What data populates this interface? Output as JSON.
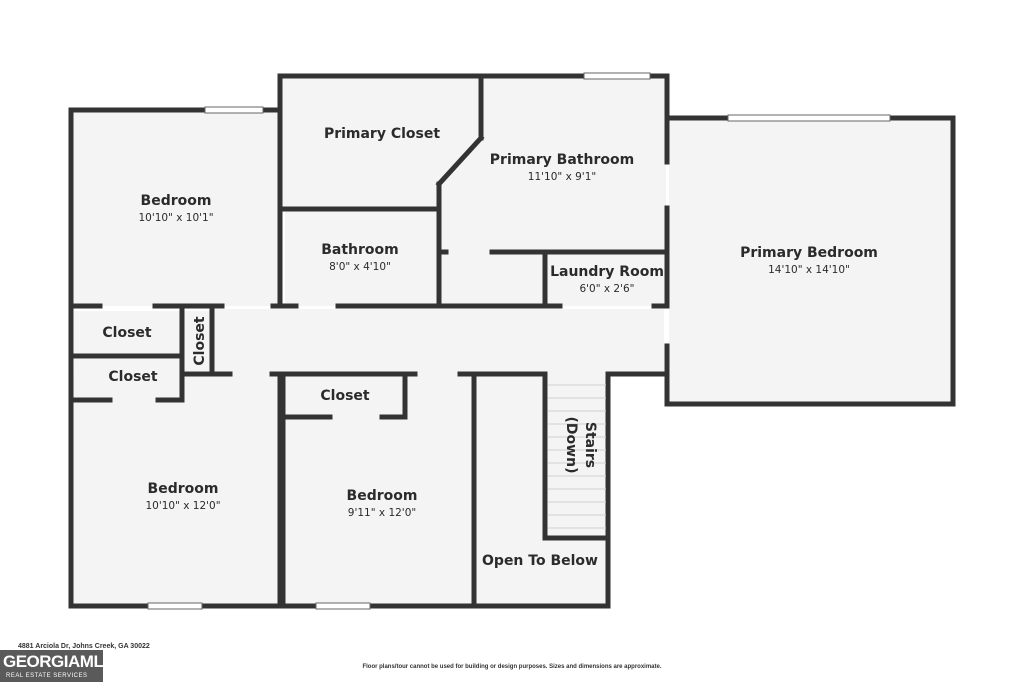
{
  "rooms": {
    "bedroom_nw": {
      "name": "Bedroom",
      "dims": "10'10\" x 10'1\""
    },
    "primary_closet": {
      "name": "Primary Closet"
    },
    "primary_bathroom": {
      "name": "Primary Bathroom",
      "dims": "11'10\" x 9'1\""
    },
    "primary_bedroom": {
      "name": "Primary Bedroom",
      "dims": "14'10\" x 14'10\""
    },
    "bathroom": {
      "name": "Bathroom",
      "dims": "8'0\" x 4'10\""
    },
    "laundry_room": {
      "name": "Laundry Room",
      "dims": "6'0\" x 2'6\""
    },
    "closet_left_upper": {
      "name": "Closet"
    },
    "closet_left_lower": {
      "name": "Closet"
    },
    "closet_small": {
      "name": "Closet"
    },
    "closet_bedroom": {
      "name": "Closet"
    },
    "bedroom_sw": {
      "name": "Bedroom",
      "dims": "10'10\" x 12'0\""
    },
    "bedroom_s": {
      "name": "Bedroom",
      "dims": "9'11\" x 12'0\""
    },
    "stairs": {
      "name": "Stairs",
      "sub": "(Down)"
    },
    "open_to_below": {
      "name": "Open To Below"
    }
  },
  "footer": {
    "address": "4881 Arciola Dr, Johns Creek, GA 30022",
    "disclaimer": "Floor plans/tour cannot be used for building or design purposes. Sizes and dimensions are approximate."
  },
  "logo": {
    "main": "GEORGIAMLS",
    "sub": "REAL ESTATE SERVICES"
  },
  "colors": {
    "wall": "#333333",
    "floor": "#f4f4f4",
    "window": "#dcdcdc"
  }
}
